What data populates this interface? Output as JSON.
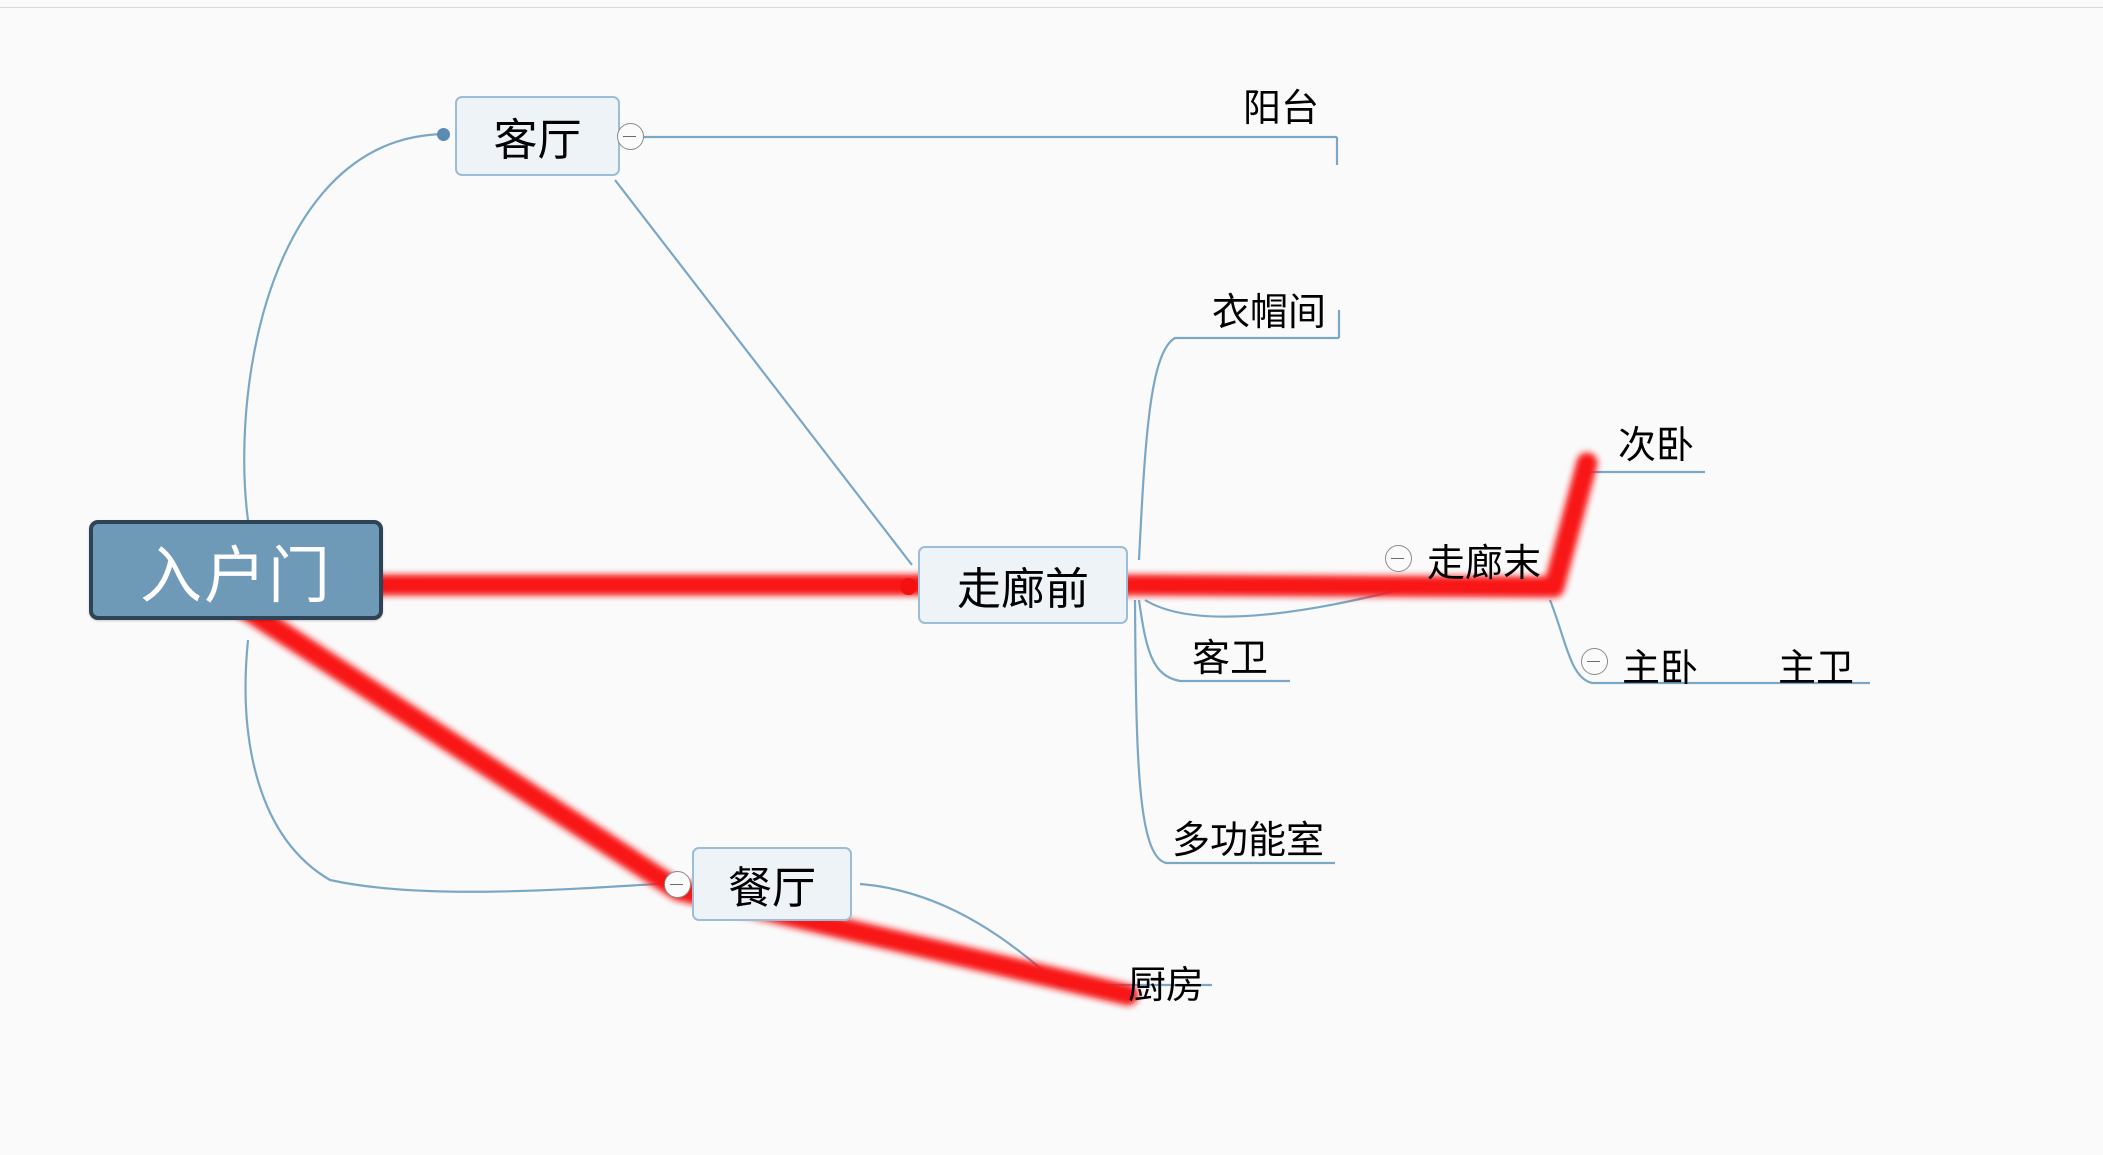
{
  "app": {
    "kind": "mind-map-canvas",
    "canvas_background": "#fafafa",
    "edge_color": "#7ba7c7",
    "annotation_color": "#f81414"
  },
  "mindmap": {
    "root": {
      "label": "入户门",
      "fill": "#6e9ab8",
      "border": "#2f4356",
      "text_color": "#ffffff"
    },
    "branches": [
      {
        "label": "客厅",
        "style": "box",
        "collapse_toggle": "minus",
        "children": [
          {
            "label": "阳台",
            "style": "plain"
          }
        ]
      },
      {
        "label": "走廊前",
        "style": "box",
        "collapse_toggle": "none",
        "children": [
          {
            "label": "衣帽间",
            "style": "plain"
          },
          {
            "label": "客卫",
            "style": "plain"
          },
          {
            "label": "多功能室",
            "style": "plain"
          },
          {
            "label": "走廊末",
            "style": "plain",
            "collapse_toggle": "minus",
            "children": [
              {
                "label": "次卧",
                "style": "plain"
              },
              {
                "label": "主卧",
                "style": "plain",
                "collapse_toggle": "minus",
                "children": [
                  {
                    "label": "主卫",
                    "style": "plain"
                  }
                ]
              }
            ]
          }
        ]
      },
      {
        "label": "餐厅",
        "style": "box",
        "collapse_toggle": "minus",
        "children": [
          {
            "label": "厨房",
            "style": "plain"
          }
        ]
      }
    ]
  },
  "nodes": {
    "rumenmen": "入户门",
    "keting": "客厅",
    "yangtai": "阳台",
    "zoulangqian": "走廊前",
    "yimaojian": "衣帽间",
    "kewei": "客卫",
    "duogongnengshi": "多功能室",
    "zoulangmo": "走廊末",
    "ciwo": "次卧",
    "zhuwo": "主卧",
    "zhuwei": "主卫",
    "canting": "餐厅",
    "chufang": "厨房"
  }
}
